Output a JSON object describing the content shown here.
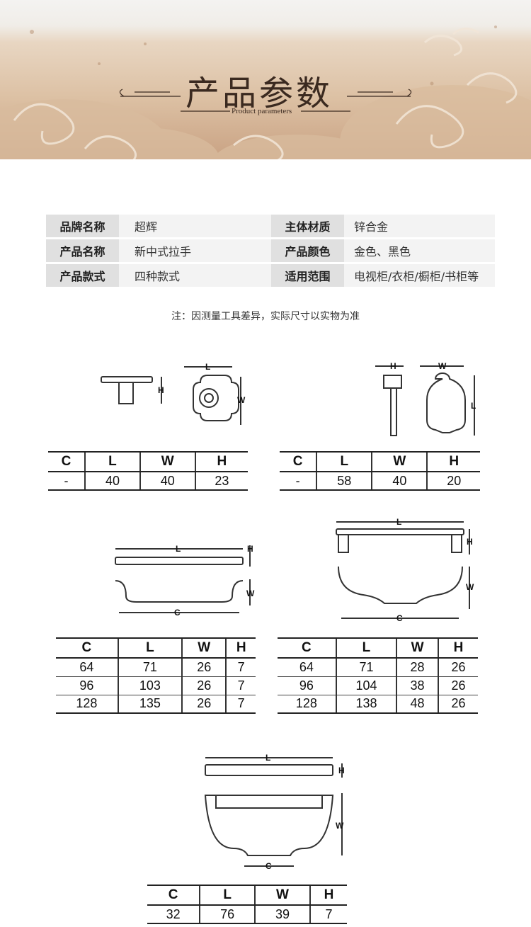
{
  "banner": {
    "title": "产品参数",
    "subtitle": "Product parameters"
  },
  "params": [
    {
      "k1": "品牌名称",
      "v1": "超辉",
      "k2": "主体材质",
      "v2": "锌合金"
    },
    {
      "k1": "产品名称",
      "v1": "新中式拉手",
      "k2": "产品颜色",
      "v2": "金色、黑色"
    },
    {
      "k1": "产品款式",
      "v1": "四种款式",
      "k2": "适用范围",
      "v2": "电视柜/衣柜/橱柜/书柜等"
    }
  ],
  "note": "注：因测量工具差异，实际尺寸以实物为准",
  "dim_labels": {
    "L": "L",
    "W": "W",
    "H": "H",
    "C": "C"
  },
  "tables": [
    {
      "headers": [
        "C",
        "L",
        "W",
        "H"
      ],
      "rows": [
        [
          "-",
          "40",
          "40",
          "23"
        ]
      ]
    },
    {
      "headers": [
        "C",
        "L",
        "W",
        "H"
      ],
      "rows": [
        [
          "-",
          "58",
          "40",
          "20"
        ]
      ]
    },
    {
      "headers": [
        "C",
        "L",
        "W",
        "H"
      ],
      "rows": [
        [
          "64",
          "71",
          "26",
          "7"
        ],
        [
          "96",
          "103",
          "26",
          "7"
        ],
        [
          "128",
          "135",
          "26",
          "7"
        ]
      ]
    },
    {
      "headers": [
        "C",
        "L",
        "W",
        "H"
      ],
      "rows": [
        [
          "64",
          "71",
          "28",
          "26"
        ],
        [
          "96",
          "104",
          "38",
          "26"
        ],
        [
          "128",
          "138",
          "48",
          "26"
        ]
      ]
    },
    {
      "headers": [
        "C",
        "L",
        "W",
        "H"
      ],
      "rows": [
        [
          "32",
          "76",
          "39",
          "7"
        ]
      ]
    }
  ],
  "colors": {
    "banner_text": "#3b2a20",
    "label_bg": "#e0e0e0",
    "value_bg": "#f3f3f3"
  }
}
